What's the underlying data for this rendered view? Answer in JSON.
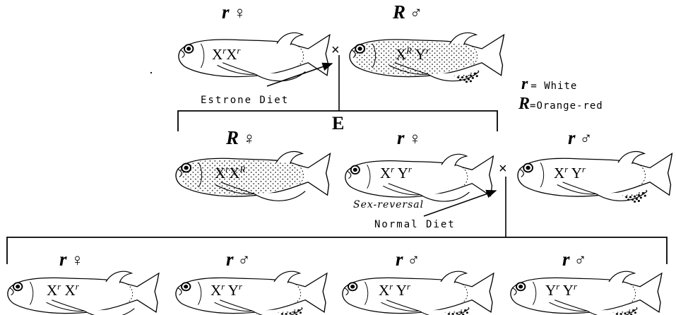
{
  "parents": {
    "female": {
      "allele": "r",
      "sex": "♀",
      "genotype_a": "X",
      "sup_a": "r",
      "genotype_b": "X",
      "sup_b": "r"
    },
    "male": {
      "allele": "R",
      "sex": "♂",
      "genotype_a": "X",
      "sup_a": "R",
      "genotype_b": "Y",
      "sup_b": "r"
    }
  },
  "cross_symbol": "×",
  "treatment_1": "Estrone Diet",
  "generation_label": "E",
  "legend": {
    "r_symbol": "r",
    "r_text": "= White",
    "R_symbol": "R",
    "R_text": "=Orange-red"
  },
  "e_generation": [
    {
      "allele": "R",
      "sex": "♀",
      "genotype_a": "X",
      "sup_a": "r",
      "genotype_b": "X",
      "sup_b": "R"
    },
    {
      "allele": "r",
      "sex": "♀",
      "genotype_a": "X",
      "sup_a": "r",
      "genotype_b": "Y",
      "sup_b": "r"
    },
    {
      "allele": "r",
      "sex": "♂",
      "genotype_a": "X",
      "sup_a": "r",
      "genotype_b": "Y",
      "sup_b": "r"
    }
  ],
  "sex_reversal_label": "Sex-reversal",
  "treatment_2": "Normal Diet",
  "offspring": [
    {
      "allele": "r",
      "sex": "♀",
      "genotype_a": "X",
      "sup_a": "r",
      "genotype_b": "X",
      "sup_b": "r"
    },
    {
      "allele": "r",
      "sex": "♂",
      "genotype_a": "X",
      "sup_a": "r",
      "genotype_b": "Y",
      "sup_b": "r"
    },
    {
      "allele": "r",
      "sex": "♂",
      "genotype_a": "X",
      "sup_a": "r",
      "genotype_b": "Y",
      "sup_b": "r"
    },
    {
      "allele": "r",
      "sex": "♂",
      "genotype_a": "Y",
      "sup_a": "r",
      "genotype_b": "Y",
      "sup_b": "r"
    }
  ]
}
